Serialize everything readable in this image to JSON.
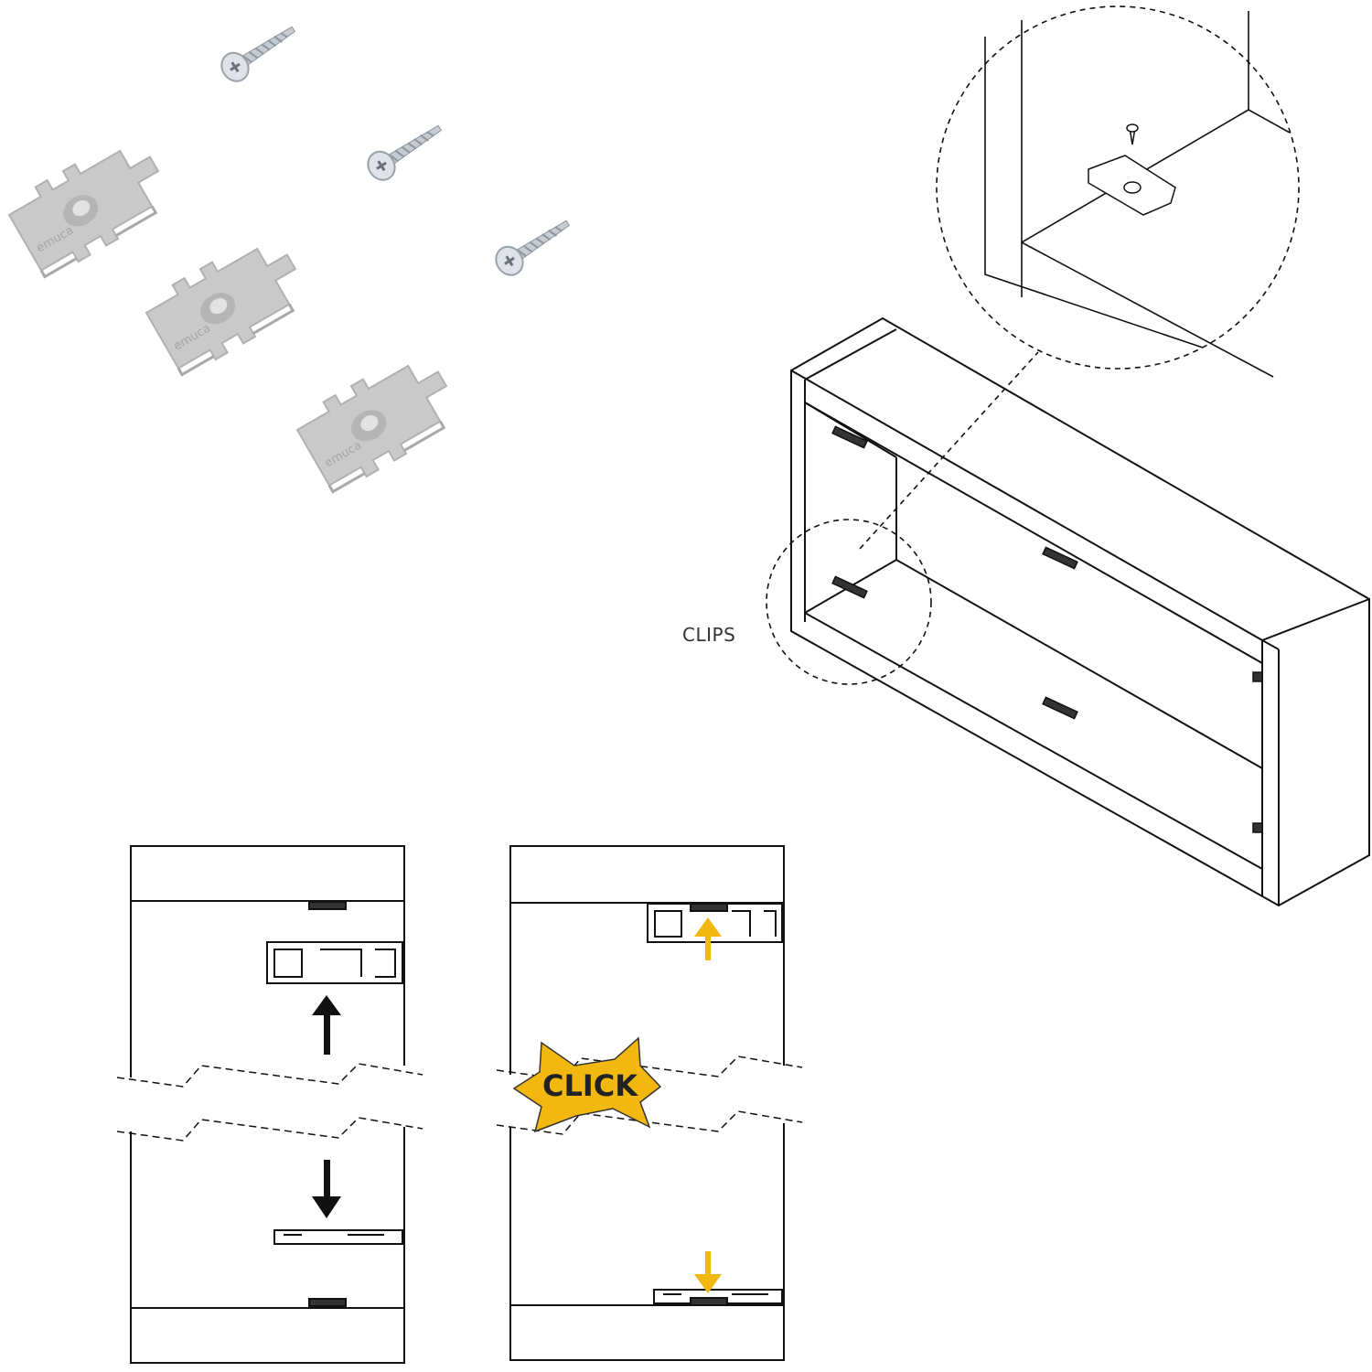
{
  "product": {
    "brand_logo": "emuca",
    "clip_count": 3,
    "screw_count": 3,
    "clip_color": "#c8c8c8"
  },
  "diagram": {
    "clips_label": "CLIPS",
    "click_label": "CLICK",
    "accent_color": "#f2b80f"
  }
}
